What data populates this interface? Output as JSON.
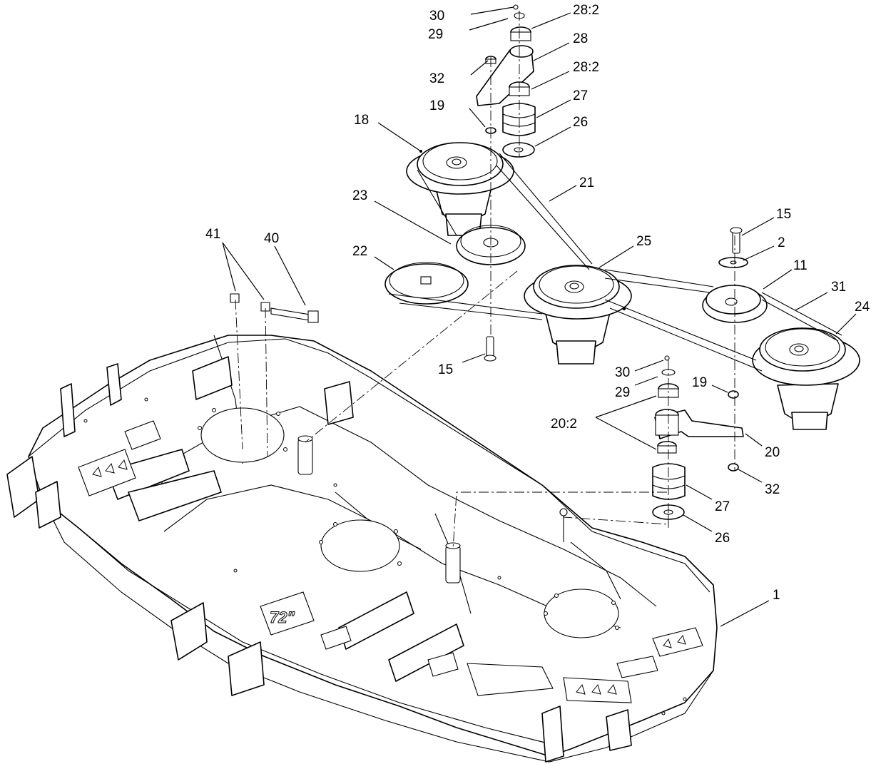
{
  "deck_decal": "72\"",
  "callouts": [
    {
      "id": "c-30a",
      "label": "30"
    },
    {
      "id": "c-29a",
      "label": "29"
    },
    {
      "id": "c-28-2a",
      "label": "28:2"
    },
    {
      "id": "c-28",
      "label": "28"
    },
    {
      "id": "c-32a",
      "label": "32"
    },
    {
      "id": "c-28-2b",
      "label": "28:2"
    },
    {
      "id": "c-19a",
      "label": "19"
    },
    {
      "id": "c-27a",
      "label": "27"
    },
    {
      "id": "c-18",
      "label": "18"
    },
    {
      "id": "c-26a",
      "label": "26"
    },
    {
      "id": "c-21",
      "label": "21"
    },
    {
      "id": "c-23",
      "label": "23"
    },
    {
      "id": "c-41",
      "label": "41"
    },
    {
      "id": "c-40",
      "label": "40"
    },
    {
      "id": "c-15a",
      "label": "15"
    },
    {
      "id": "c-25",
      "label": "25"
    },
    {
      "id": "c-2",
      "label": "2"
    },
    {
      "id": "c-22",
      "label": "22"
    },
    {
      "id": "c-11",
      "label": "11"
    },
    {
      "id": "c-31",
      "label": "31"
    },
    {
      "id": "c-24",
      "label": "24"
    },
    {
      "id": "c-15b",
      "label": "15"
    },
    {
      "id": "c-30b",
      "label": "30"
    },
    {
      "id": "c-29b",
      "label": "29"
    },
    {
      "id": "c-19b",
      "label": "19"
    },
    {
      "id": "c-20-2",
      "label": "20:2"
    },
    {
      "id": "c-20",
      "label": "20"
    },
    {
      "id": "c-32b",
      "label": "32"
    },
    {
      "id": "c-27b",
      "label": "27"
    },
    {
      "id": "c-26b",
      "label": "26"
    },
    {
      "id": "c-1",
      "label": "1"
    }
  ]
}
